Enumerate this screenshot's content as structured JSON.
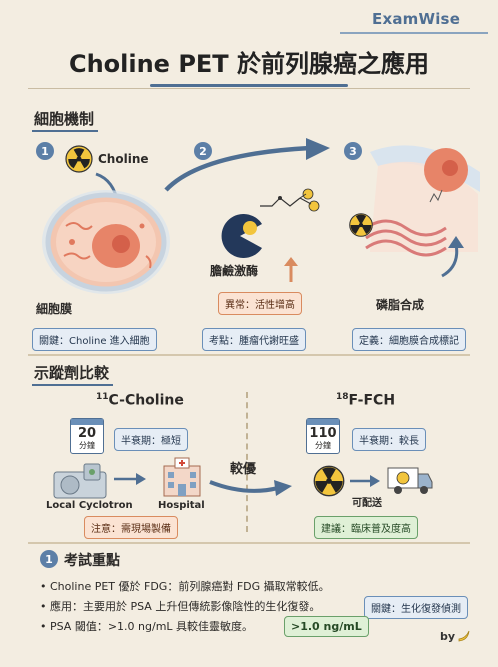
{
  "brand": "ExamWise",
  "title": "Choline PET 於前列腺癌之應用",
  "section1": {
    "heading": "細胞機制",
    "steps": [
      {
        "num": "1",
        "molecule": "Choline",
        "cell_label": "細胞膜",
        "tag": "關鍵：Choline 進入細胞"
      },
      {
        "num": "2",
        "enzyme": "膽鹼激酶",
        "highlight": "異常：活性增高",
        "tag": "考點：腫瘤代謝旺盛"
      },
      {
        "num": "3",
        "result": "磷脂合成",
        "tag": "定義：細胞膜合成標記"
      }
    ]
  },
  "section2": {
    "heading": "示蹤劑比較",
    "left": {
      "name_sup": "11",
      "name": "C-Choline",
      "minutes": "20",
      "minutes_unit": "分鐘",
      "half_life_tag": "半衰期：極短",
      "site_from": "Local Cyclotron",
      "site_to": "Hospital",
      "note_tag": "注意：需現場製備"
    },
    "compare_word": "較優",
    "right": {
      "name_sup": "18",
      "name": "F-FCH",
      "minutes": "110",
      "minutes_unit": "分鐘",
      "half_life_tag": "半衰期：較長",
      "ship_label": "可配送",
      "note_tag": "建議：臨床普及度高"
    }
  },
  "exam": {
    "num": "1",
    "heading": "考試重點",
    "bullets": [
      "• Choline PET 優於 FDG：前列腺癌對 FDG 攝取常較低。",
      "• 應用：主要用於 PSA 上升但傳統影像陰性的生化復發。",
      "• PSA 閾值：>1.0 ng/mL 具較佳靈敏度。"
    ],
    "key_tag": "關鍵：生化復發偵測",
    "psa_tag": ">1.0 ng/mL"
  },
  "footer": {
    "by": "by"
  }
}
